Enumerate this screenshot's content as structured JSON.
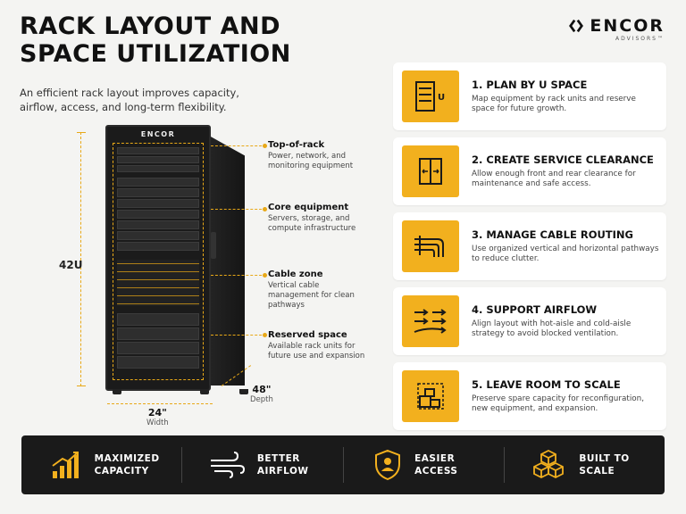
{
  "header": {
    "title_line1": "RACK LAYOUT AND",
    "title_line2": "SPACE UTILIZATION",
    "subtitle": "An efficient rack layout improves capacity, airflow, access, and long-term flexibility."
  },
  "logo": {
    "name": "ENCOR",
    "sub": "ADVISORS™"
  },
  "rack": {
    "brand": "ENCOR",
    "height_label": "42U",
    "width_value": "24\"",
    "width_label": "Width",
    "depth_value": "48\"",
    "depth_label": "Depth",
    "callouts": [
      {
        "title": "Top-of-rack",
        "text": "Power, network, and monitoring equipment"
      },
      {
        "title": "Core equipment",
        "text": "Servers, storage, and compute infrastructure"
      },
      {
        "title": "Cable zone",
        "text": "Vertical cable management for clean pathways"
      },
      {
        "title": "Reserved space",
        "text": "Available rack units for future use and expansion"
      }
    ]
  },
  "steps": [
    {
      "title": "1. PLAN BY U SPACE",
      "text": "Map equipment by rack units and reserve space for future growth.",
      "icon": "rack-units-icon"
    },
    {
      "title": "2. CREATE SERVICE CLEARANCE",
      "text": "Allow enough front and rear clearance for maintenance and safe access.",
      "icon": "clearance-icon"
    },
    {
      "title": "3. MANAGE CABLE ROUTING",
      "text": "Use organized vertical and horizontal pathways to reduce clutter.",
      "icon": "cable-routing-icon"
    },
    {
      "title": "4. SUPPORT AIRFLOW",
      "text": "Align layout with hot-aisle and cold-aisle strategy to avoid blocked ventilation.",
      "icon": "airflow-arrows-icon"
    },
    {
      "title": "5. LEAVE ROOM TO SCALE",
      "text": "Preserve spare capacity for reconfiguration, new equipment, and expansion.",
      "icon": "scale-blocks-icon"
    }
  ],
  "benefits": [
    {
      "line1": "MAXIMIZED",
      "line2": "CAPACITY",
      "icon": "growth-chart-icon"
    },
    {
      "line1": "BETTER",
      "line2": "AIRFLOW",
      "icon": "wind-icon"
    },
    {
      "line1": "EASIER",
      "line2": "ACCESS",
      "icon": "shield-user-icon"
    },
    {
      "line1": "BUILT TO",
      "line2": "SCALE",
      "icon": "cubes-icon"
    }
  ],
  "colors": {
    "accent": "#f2b01e",
    "dark": "#1a1a1a",
    "background": "#f4f4f2"
  }
}
